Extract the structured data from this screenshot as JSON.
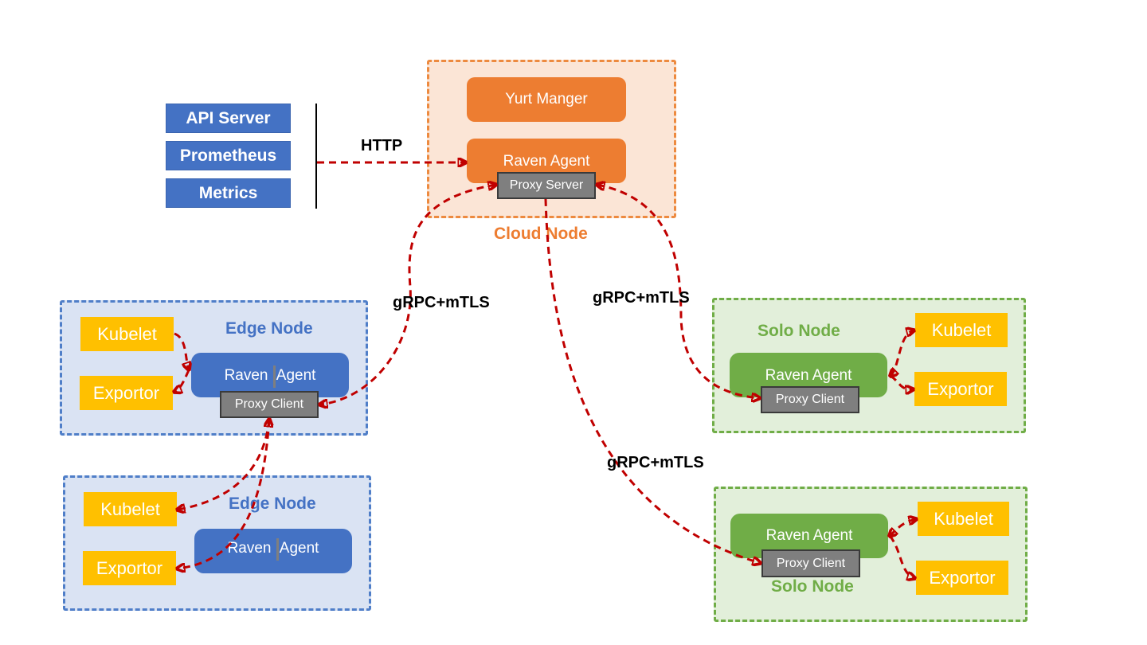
{
  "colors": {
    "link": "#c00000",
    "cloud_accent": "#ed7d31",
    "edge_accent": "#4472c4",
    "solo_accent": "#70ad47",
    "component": "#ffc000",
    "proxy": "#7f7f7f"
  },
  "clients": {
    "items": [
      "API Server",
      "Prometheus",
      "Metrics"
    ]
  },
  "protocols": {
    "http": "HTTP",
    "grpc_edge": "gRPC+mTLS",
    "grpc_solo1": "gRPC+mTLS",
    "grpc_solo2": "gRPC+mTLS"
  },
  "cloud_node": {
    "title": "Cloud Node",
    "yurt_manager": "Yurt Manger",
    "raven_agent": "Raven Agent",
    "proxy": "Proxy Server"
  },
  "edge_node_1": {
    "title": "Edge Node",
    "kubelet": "Kubelet",
    "exporter": "Exportor",
    "raven_agent_left": "Raven",
    "raven_agent_right": "Agent",
    "proxy": "Proxy Client"
  },
  "edge_node_2": {
    "title": "Edge Node",
    "kubelet": "Kubelet",
    "exporter": "Exportor",
    "raven_agent_left": "Raven",
    "raven_agent_right": "Agent"
  },
  "solo_node_1": {
    "title": "Solo Node",
    "kubelet": "Kubelet",
    "exporter": "Exportor",
    "raven_agent": "Raven Agent",
    "proxy": "Proxy Client"
  },
  "solo_node_2": {
    "title": "Solo Node",
    "kubelet": "Kubelet",
    "exporter": "Exportor",
    "raven_agent": "Raven Agent",
    "proxy": "Proxy Client"
  }
}
